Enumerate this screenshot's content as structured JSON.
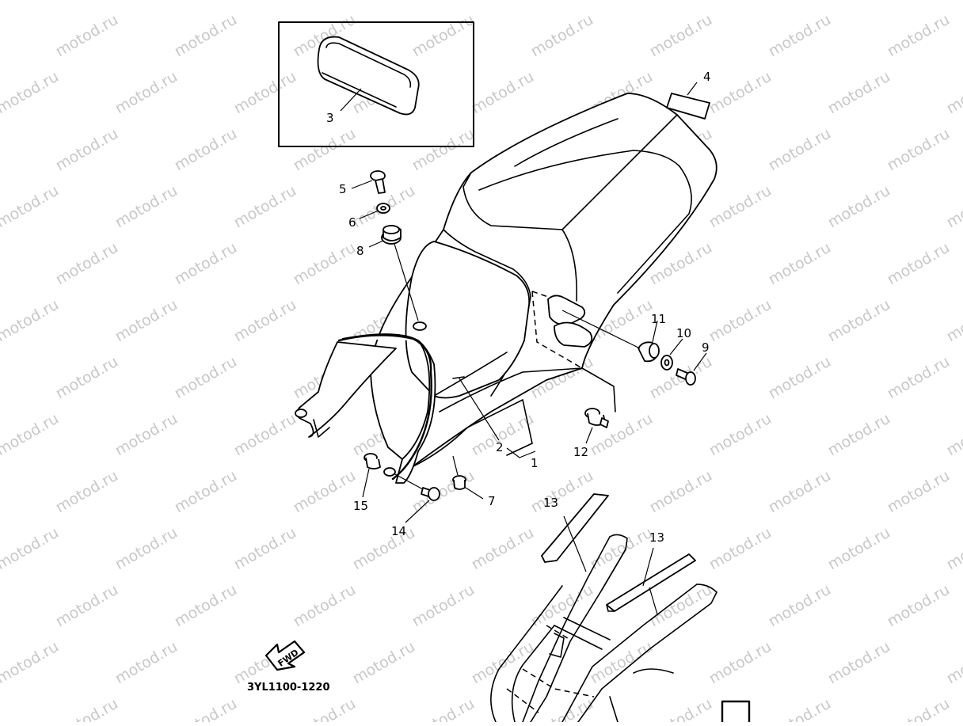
{
  "watermark": {
    "text": "motod.ru",
    "color": "#c8c8c8"
  },
  "diagram": {
    "drawing_code": "3YL1100-1220",
    "direction_label": "FWD",
    "callouts": [
      {
        "id": "c1",
        "label": "1"
      },
      {
        "id": "c2",
        "label": "2"
      },
      {
        "id": "c3",
        "label": "3"
      },
      {
        "id": "c4",
        "label": "4"
      },
      {
        "id": "c5",
        "label": "5"
      },
      {
        "id": "c6",
        "label": "6"
      },
      {
        "id": "c7",
        "label": "7"
      },
      {
        "id": "c8",
        "label": "8"
      },
      {
        "id": "c9",
        "label": "9"
      },
      {
        "id": "c10",
        "label": "10"
      },
      {
        "id": "c11",
        "label": "11"
      },
      {
        "id": "c12",
        "label": "12"
      },
      {
        "id": "c13a",
        "label": "13"
      },
      {
        "id": "c13b",
        "label": "13"
      },
      {
        "id": "c14",
        "label": "14"
      },
      {
        "id": "c15",
        "label": "15"
      }
    ]
  },
  "colors": {
    "ink": "#000000",
    "paper": "#ffffff"
  }
}
